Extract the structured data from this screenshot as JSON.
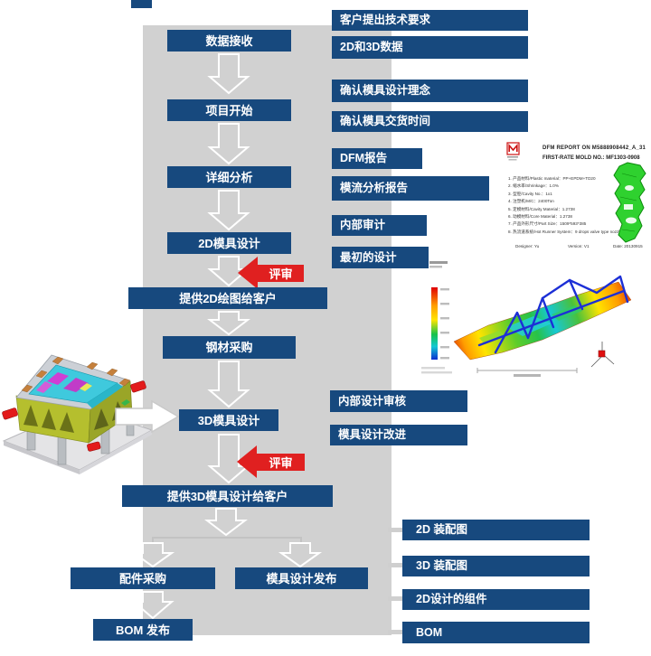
{
  "colors": {
    "navy": "#17497E",
    "red": "#E02020",
    "band": "#D1D1D1"
  },
  "flow": {
    "review": "评审",
    "steps": {
      "receive": "数据接收",
      "start": "项目开始",
      "analysis": "详细分析",
      "design2d": "2D模具设计",
      "provide2d": "提供2D绘图给客户",
      "steel": "钢材采购",
      "design3d": "3D模具设计",
      "provide3d": "提供3D模具设计给客户",
      "parts": "配件采购",
      "release": "模具设计发布",
      "bomrel": "BOM 发布"
    },
    "notes": {
      "req": "客户提出技术要求",
      "data": "2D和3D数据",
      "concept": "确认模具设计理念",
      "delivery": "确认模具交货时间",
      "dfm": "DFM报告",
      "flowreport": "模流分析报告",
      "audit": "内部审计",
      "initial": "最初的设计",
      "check3d": "内部设计审核",
      "improve": "模具设计改进"
    },
    "deliverables": {
      "asm2d": "2D 装配图",
      "asm3d": "3D 装配图",
      "comp2d": "2D设计的组件",
      "bom": "BOM"
    }
  },
  "dfm_report": {
    "title": "DFM REPORT ON  M5888908442_A_31",
    "subtitle": "FIRST-RATE MOLD NO.:  MF1303-0908",
    "items": [
      "1. 产品材料/Plastic material：PP+EPDM+TD20",
      "2. 缩水率/Shrinkage：1.0%",
      "3. 型腔/Cavity No.：1x1",
      "4. 注塑机/M/C：2400Ton",
      "5. 定模材料/Cavity Material：1.2738",
      "6. 动模材料/Core Material：1.2738",
      "7. 产品外形尺寸/Part Size：1509*593*385",
      "8. 热流道系统/Hot Runner System：9 drops valve type nozzle"
    ],
    "designer": "Designer:  Yu",
    "version": "Version:  V1",
    "date": "Date:  20130915"
  }
}
